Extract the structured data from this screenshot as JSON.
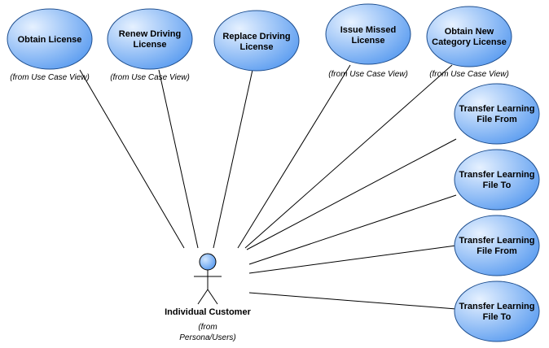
{
  "diagram": {
    "actor": {
      "name": "Individual Customer",
      "note_line1": "(from",
      "note_line2": "Persona/Users)"
    },
    "use_cases": [
      {
        "line1": "Obtain License",
        "line2": "",
        "note": "(from Use Case View)"
      },
      {
        "line1": "Renew Driving",
        "line2": "License",
        "note": "(from Use Case View)"
      },
      {
        "line1": "Replace Driving",
        "line2": "License",
        "note": ""
      },
      {
        "line1": "Issue Missed",
        "line2": "License",
        "note": "(from Use Case View)"
      },
      {
        "line1": "Obtain New",
        "line2": "Category License",
        "note": "(from Use Case View)"
      },
      {
        "line1": "Transfer Learning",
        "line2": "File From",
        "note": ""
      },
      {
        "line1": "Transfer Learning",
        "line2": "File To",
        "note": ""
      },
      {
        "line1": "Transfer Learning",
        "line2": "File From",
        "note": ""
      },
      {
        "line1": "Transfer Learning",
        "line2": "File To",
        "note": ""
      }
    ],
    "colors": {
      "usecase_light": "#dcecff",
      "usecase_dark": "#5c9df0",
      "actor_head": "#7fb7ff"
    }
  }
}
